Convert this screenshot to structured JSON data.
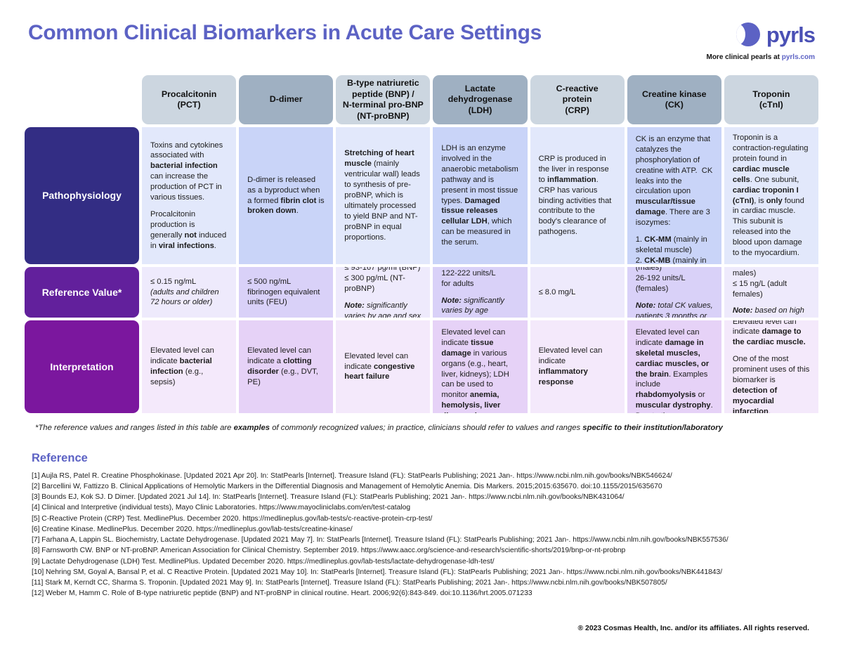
{
  "header": {
    "title": "Common Clinical Biomarkers in Acute Care Settings",
    "brand_name": "pyrls",
    "brand_tagline_prefix": "More clinical pearls at ",
    "brand_tagline_domain": "pyrls.com",
    "accent_color": "#5c62c4"
  },
  "table": {
    "columns": [
      {
        "label": "Procalcitonin\n(PCT)",
        "shade": "a"
      },
      {
        "label": "D-dimer",
        "shade": "b"
      },
      {
        "label": "B-type natriuretic\npeptide (BNP) /\nN-terminal pro-BNP\n(NT-proBNP)",
        "shade": "a"
      },
      {
        "label": "Lactate\ndehydrogenase\n(LDH)",
        "shade": "b"
      },
      {
        "label": "C-reactive\nprotein\n(CRP)",
        "shade": "a"
      },
      {
        "label": "Creatine kinase\n(CK)",
        "shade": "b"
      },
      {
        "label": "Troponin\n(cTnI)",
        "shade": "a"
      }
    ],
    "rows": [
      {
        "label": "Pathophysiology",
        "color": "#332d84"
      },
      {
        "label": "Reference Value*",
        "color": "#62209c"
      },
      {
        "label": "Interpretation",
        "color": "#7b179e"
      }
    ]
  },
  "footnote": {
    "part1": "*The reference values and ranges listed in this table are ",
    "bold1": "examples",
    "part2": " of commonly recognized values; in practice, clinicians should refer to values and ranges ",
    "bold2": "specific to their institution/laboratory"
  },
  "references": {
    "title": "Reference",
    "items": [
      "[1] Aujla RS, Patel R. Creatine Phosphokinase. [Updated 2021 Apr 20]. In: StatPearls [Internet]. Treasure Island (FL): StatPearls Publishing; 2021 Jan-. https://www.ncbi.nlm.nih.gov/books/NBK546624/",
      "[2] Barcellini W, Fattizzo B. Clinical Applications of Hemolytic Markers in the Differential Diagnosis and Management of Hemolytic Anemia. Dis Markers. 2015;2015:635670. doi:10.1155/2015/635670",
      "[3] Bounds EJ, Kok SJ. D Dimer. [Updated 2021 Jul 14]. In: StatPearls [Internet]. Treasure Island (FL): StatPearls Publishing; 2021 Jan-. https://www.ncbi.nlm.nih.gov/books/NBK431064/",
      "[4] Clinical and Interpretive (individual tests), Mayo Clinic Laboratories. https://www.mayocliniclabs.com/en/test-catalog",
      "[5] C-Reactive Protein (CRP) Test. MedlinePlus. December 2020. https://medlineplus.gov/lab-tests/c-reactive-protein-crp-test/",
      "[6] Creatine Kinase. MedlinePlus. December 2020. https://medlineplus.gov/lab-tests/creatine-kinase/",
      "[7] Farhana A, Lappin SL. Biochemistry, Lactate Dehydrogenase. [Updated 2021 May 7]. In: StatPearls [Internet]. Treasure Island (FL): StatPearls Publishing; 2021 Jan-. https://www.ncbi.nlm.nih.gov/books/NBK557536/",
      "[8] Farnsworth CW. BNP or NT-proBNP. American Association for Clinical Chemistry. September 2019. https://www.aacc.org/science-and-research/scientific-shorts/2019/bnp-or-nt-probnp",
      "[9] Lactate Dehydrogenase (LDH) Test. MedlinePlus. Updated December 2020. https://medlineplus.gov/lab-tests/lactate-dehydrogenase-ldh-test/",
      "[10] Nehring SM, Goyal A, Bansal P, et al. C Reactive Protein. [Updated 2021 May 10]. In: StatPearls [Internet]. Treasure Island (FL): StatPearls Publishing; 2021 Jan-. https://www.ncbi.nlm.nih.gov/books/NBK441843/",
      "[11] Stark M, Kerndt CC, Sharma S. Troponin. [Updated 2021 May 9]. In: StatPearls [Internet]. Treasure Island (FL): StatPearls Publishing; 2021 Jan-. https://www.ncbi.nlm.nih.gov/books/NBK507805/",
      "[12] Weber M, Hamm C. Role of B-type natriuretic peptide (BNP) and NT-proBNP in clinical routine. Heart. 2006;92(6):843-849. doi:10.1136/hrt.2005.071233"
    ]
  },
  "copyright": "® 2023 Cosmas Health, Inc. and/or its affiliates. All rights reserved."
}
